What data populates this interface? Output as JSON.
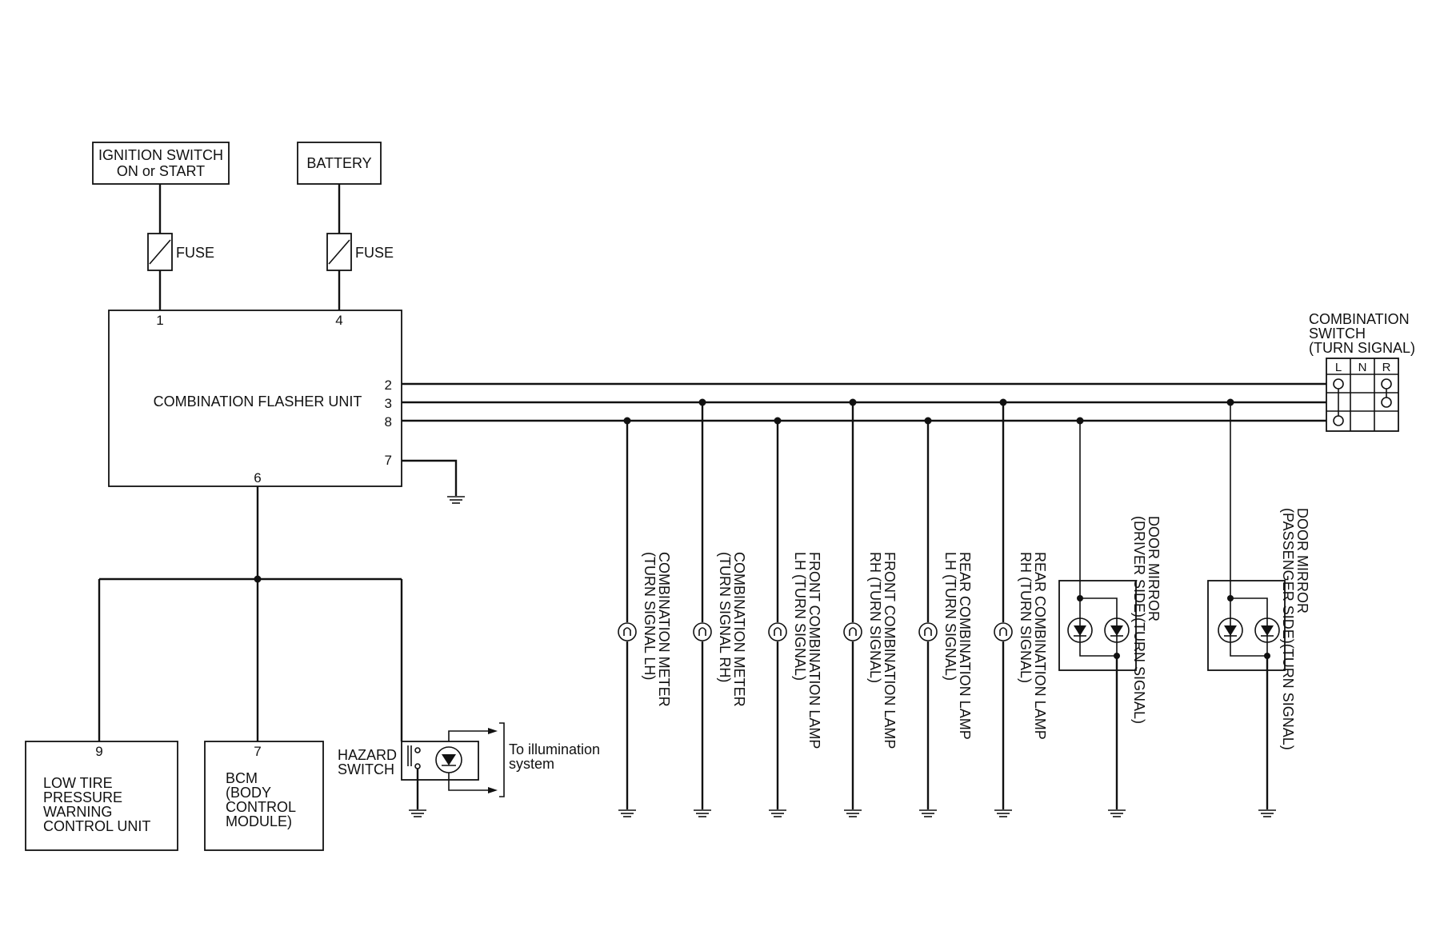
{
  "sources": {
    "ignition": [
      "IGNITION SWITCH",
      "ON or START"
    ],
    "battery": "BATTERY",
    "fuse": "FUSE"
  },
  "flasher": {
    "label": "COMBINATION FLASHER UNIT",
    "pins": {
      "p1": "1",
      "p4": "4",
      "p2": "2",
      "p3": "3",
      "p8": "8",
      "p7": "7",
      "p6": "6"
    }
  },
  "combination_switch": {
    "label": [
      "COMBINATION",
      "SWITCH",
      "(TURN SIGNAL)"
    ],
    "positions": [
      "L",
      "N",
      "R"
    ]
  },
  "bottom_modules": {
    "low_tire": {
      "pin": "9",
      "lines": [
        "LOW TIRE",
        "PRESSURE",
        "WARNING",
        "CONTROL UNIT"
      ]
    },
    "bcm": {
      "pin": "7",
      "lines": [
        "BCM",
        "(BODY",
        "CONTROL",
        "MODULE)"
      ]
    }
  },
  "hazard": {
    "label": [
      "HAZARD",
      "SWITCH"
    ],
    "to_label": [
      "To illumination",
      "system"
    ]
  },
  "loads": [
    {
      "id": "meter-lh",
      "lines": [
        "COMBINATION METER",
        "(TURN SIGNAL LH)"
      ]
    },
    {
      "id": "meter-rh",
      "lines": [
        "COMBINATION METER",
        "(TURN SIGNAL RH)"
      ]
    },
    {
      "id": "front-lh",
      "lines": [
        "FRONT COMBINATION LAMP",
        "LH (TURN SIGNAL)"
      ]
    },
    {
      "id": "front-rh",
      "lines": [
        "FRONT COMBINATION LAMP",
        "RH (TURN SIGNAL)"
      ]
    },
    {
      "id": "rear-lh",
      "lines": [
        "REAR COMBINATION LAMP",
        "LH (TURN SIGNAL)"
      ]
    },
    {
      "id": "rear-rh",
      "lines": [
        "REAR COMBINATION LAMP",
        "RH (TURN SIGNAL)"
      ]
    },
    {
      "id": "mirror-driver",
      "lines": [
        "DOOR MIRROR",
        "(DRIVER SIDE)(TURN SIGNAL)"
      ]
    },
    {
      "id": "mirror-passenger",
      "lines": [
        "DOOR MIRROR",
        "(PASSENGER SIDE)(TURN SIGNAL)"
      ]
    }
  ]
}
